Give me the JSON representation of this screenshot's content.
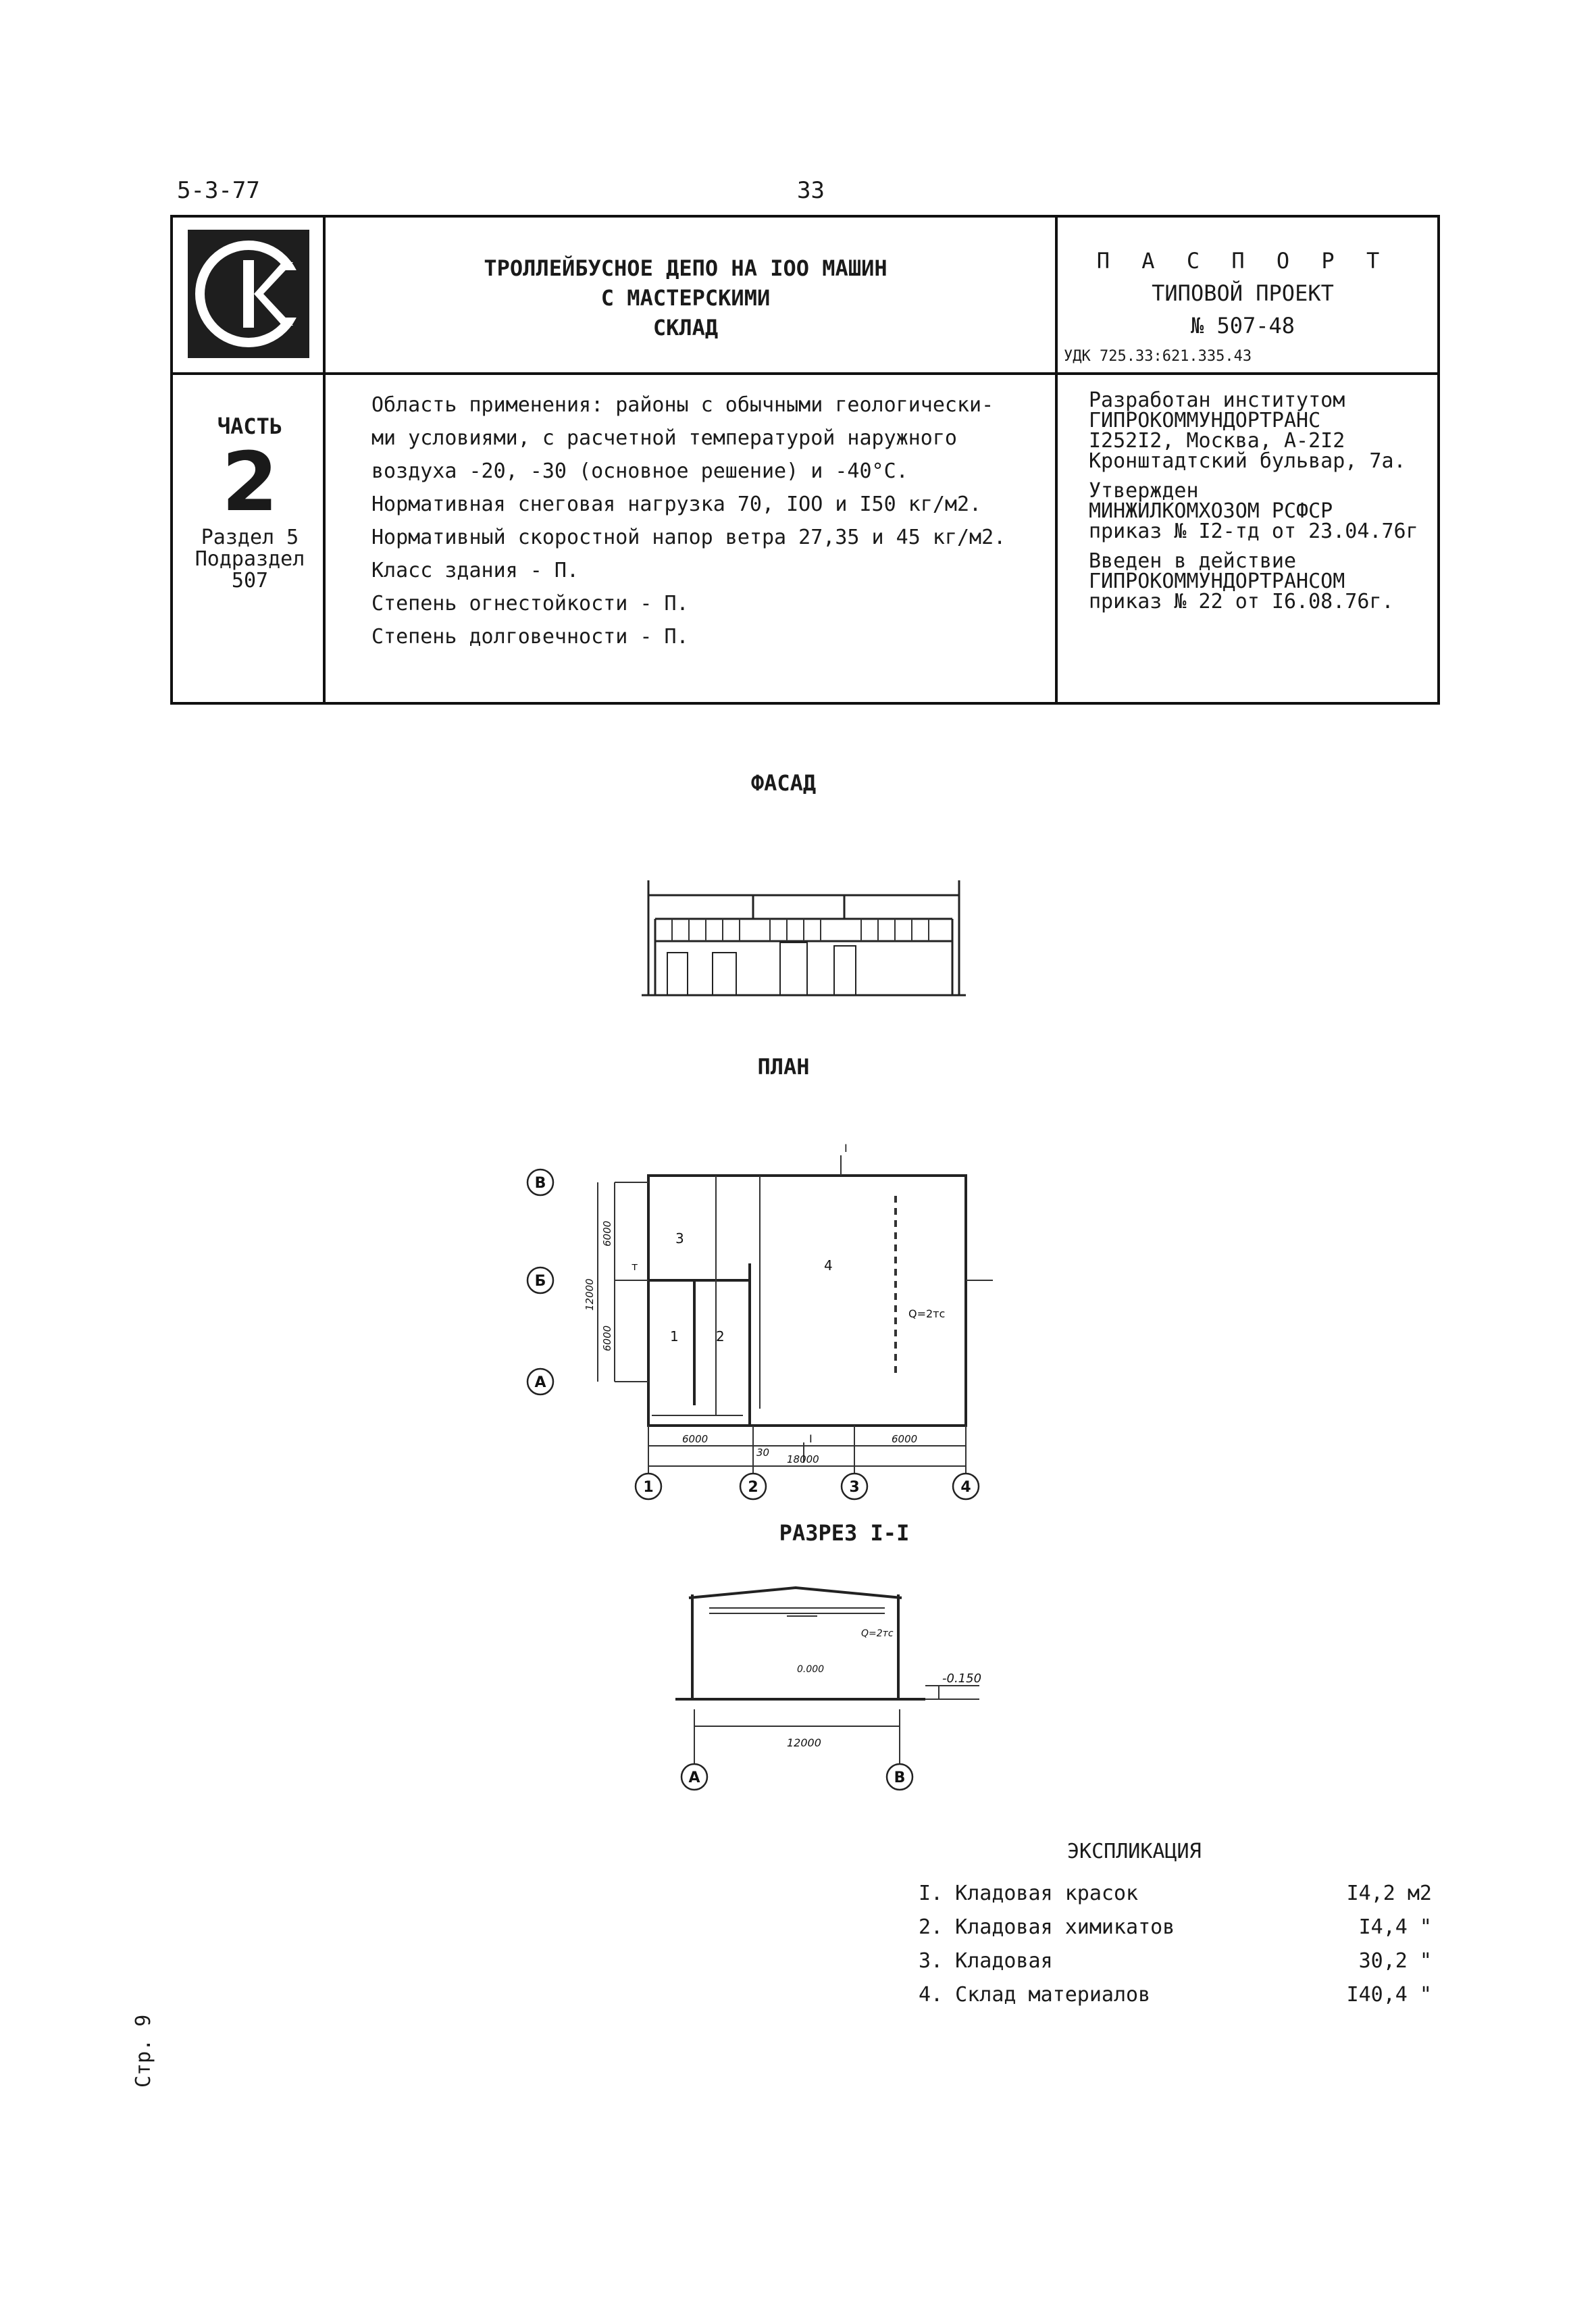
{
  "header": {
    "code": "5-3-77",
    "page_number": "33"
  },
  "title_block": {
    "title_lines": [
      "ТРОЛЛЕЙБУСНОЕ ДЕПО НА IOO МАШИН",
      "С МАСТЕРСКИМИ",
      "СКЛАД"
    ],
    "passport_label": "П А С П О Р Т",
    "project_type": "ТИПОВОЙ ПРОЕКТ",
    "project_number": "№ 507-48",
    "udk": "УДК 725.33:621.335.43"
  },
  "part": {
    "label": "ЧАСТЬ",
    "number": "2",
    "section": "Раздел 5",
    "subsection": "Подраздел",
    "subsection_number": "507"
  },
  "scope_lines": [
    "Область применения: районы с обычными геологически-",
    "ми условиями, с расчетной температурой наружного",
    "воздуха -20, -30 (основное решение) и -40°С.",
    "Нормативная снеговая нагрузка 70, IOO и I50 кг/м2.",
    "Нормативный скоростной напор ветра 27,35 и 45 кг/м2.",
    "Класс здания - П.",
    "Степень огнестойкости - П.",
    "Степень долговечности - П."
  ],
  "org": {
    "developed": [
      "Разработан институтом",
      "ГИПРОКОММУНДОРТРАНС",
      "I252I2, Москва, А-2I2",
      "Кронштадтский бульвар, 7а."
    ],
    "approved": [
      "Утвержден",
      "МИНЖИЛКОМХОЗОМ РСФСР",
      "приказ № I2-тд от 23.04.76г"
    ],
    "enacted": [
      "Введен в действие",
      "ГИПРОКОММУНДОРТРАНСОМ",
      "приказ № 22 от I6.08.76г."
    ]
  },
  "facade": {
    "title": "ФАСАД"
  },
  "plan": {
    "title": "ПЛАН",
    "axes_rows": [
      "В",
      "Б",
      "А"
    ],
    "axes_cols": [
      "1",
      "2",
      "3",
      "4"
    ],
    "dims": {
      "left_total": "12000",
      "left_top": "6000",
      "left_bottom": "6000",
      "bottom_left": "6000",
      "bottom_mid": "30",
      "bottom_right": "6000",
      "bottom_total": "18000"
    },
    "room_labels": [
      "1",
      "2",
      "3",
      "4"
    ],
    "section_mark": "I",
    "crane_label": "Q=2тс",
    "door_mark": "т"
  },
  "section": {
    "title": "РАЗРЕЗ I-I",
    "span": "12000",
    "axes": [
      "А",
      "В"
    ],
    "level_zero": "0.000",
    "level_ground": "-0.150",
    "crane_label": "Q=2тс"
  },
  "explication": {
    "title": "ЭКСПЛИКАЦИЯ",
    "items": [
      {
        "label": "I. Кладовая красок",
        "area": "I4,2 м2"
      },
      {
        "label": "2. Кладовая химикатов",
        "area": "I4,4 \""
      },
      {
        "label": "3. Кладовая",
        "area": "30,2 \""
      },
      {
        "label": "4. Склад материалов",
        "area": "I40,4 \""
      }
    ]
  },
  "side_note": "Стр. 9"
}
